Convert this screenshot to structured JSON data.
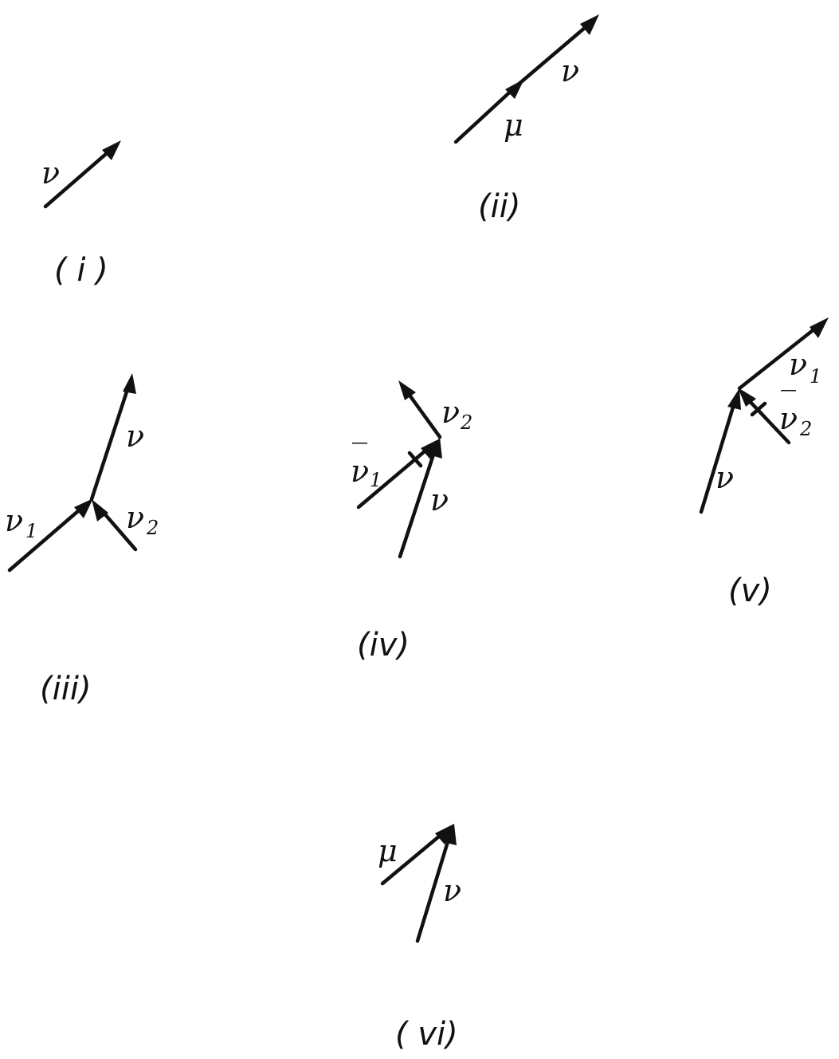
{
  "diagrams": [
    {
      "caption": "( i )",
      "labels": [
        "ν"
      ]
    },
    {
      "caption": "(ii)",
      "labels": [
        "μ",
        "ν"
      ]
    },
    {
      "caption": "(iii)",
      "labels": [
        "ν",
        "ν1",
        "ν2"
      ]
    },
    {
      "caption": "(iv)",
      "labels": [
        "ν2",
        "ν̄1",
        "ν"
      ]
    },
    {
      "caption": "(v)",
      "labels": [
        "ν1",
        "ν̄2",
        "ν"
      ]
    },
    {
      "caption": "( vi)",
      "labels": [
        "μ",
        "ν"
      ]
    }
  ],
  "glyphs": {
    "nu": "ν",
    "mu": "μ",
    "bar": "‾",
    "sub1": "1",
    "sub2": "2"
  }
}
